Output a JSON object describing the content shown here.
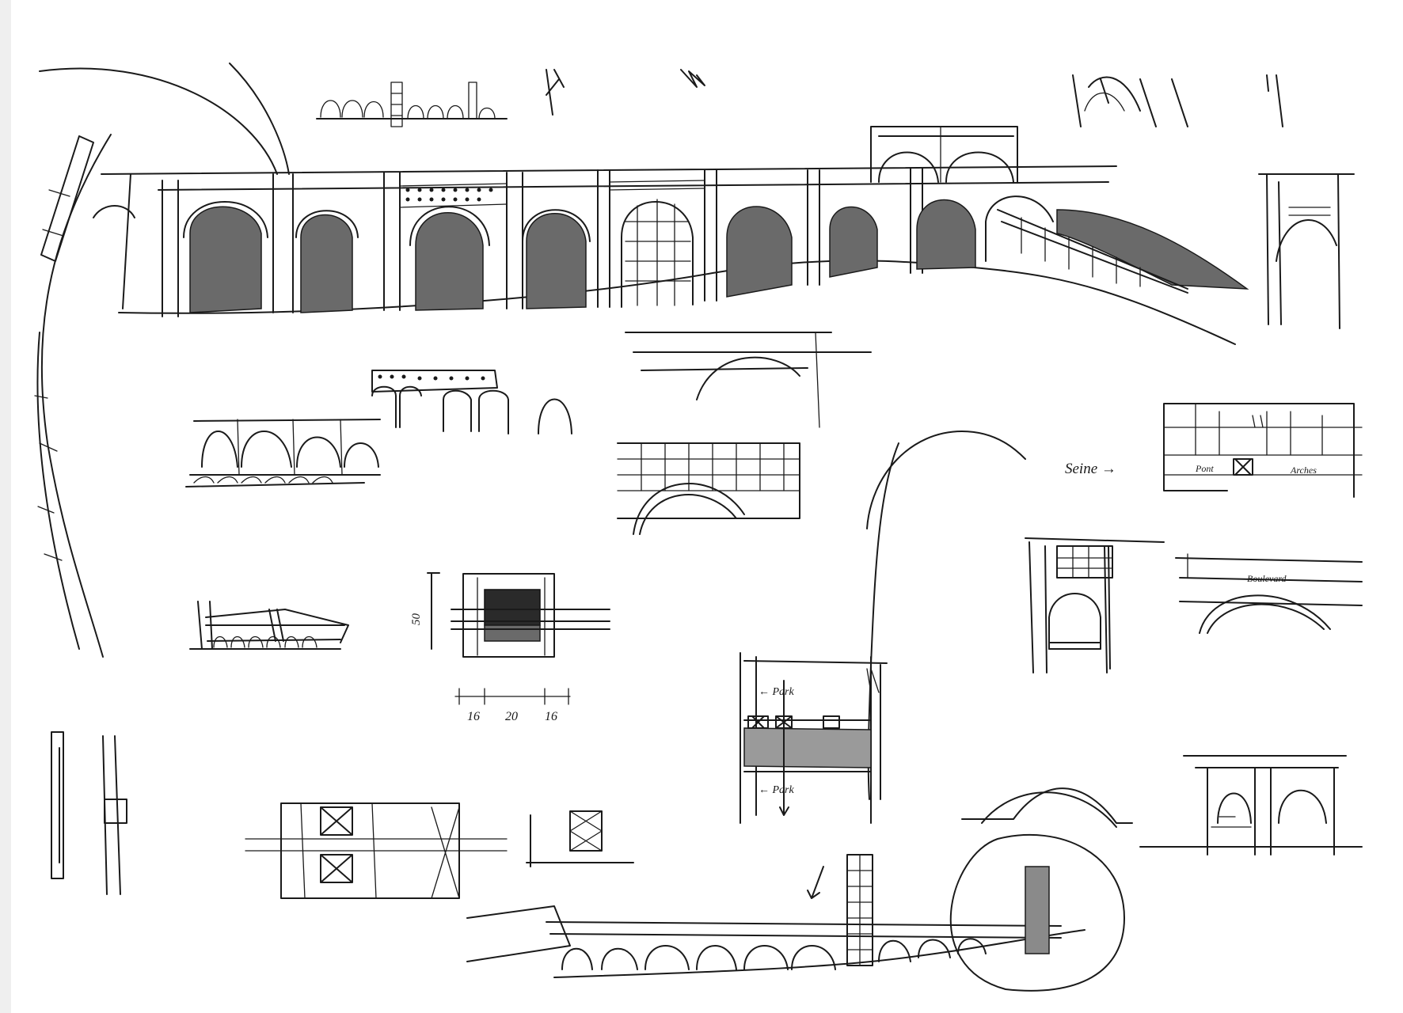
{
  "labels": {
    "dim_vertical": "50",
    "dim_left": "16",
    "dim_center": "20",
    "dim_right": "16",
    "arrow_label": "Seine →",
    "plan_label_left": "Pont",
    "plan_label_right": "Arches",
    "arch_label": "Boulevard",
    "section_label_top": "← Park",
    "section_label_bottom": "← Park"
  }
}
